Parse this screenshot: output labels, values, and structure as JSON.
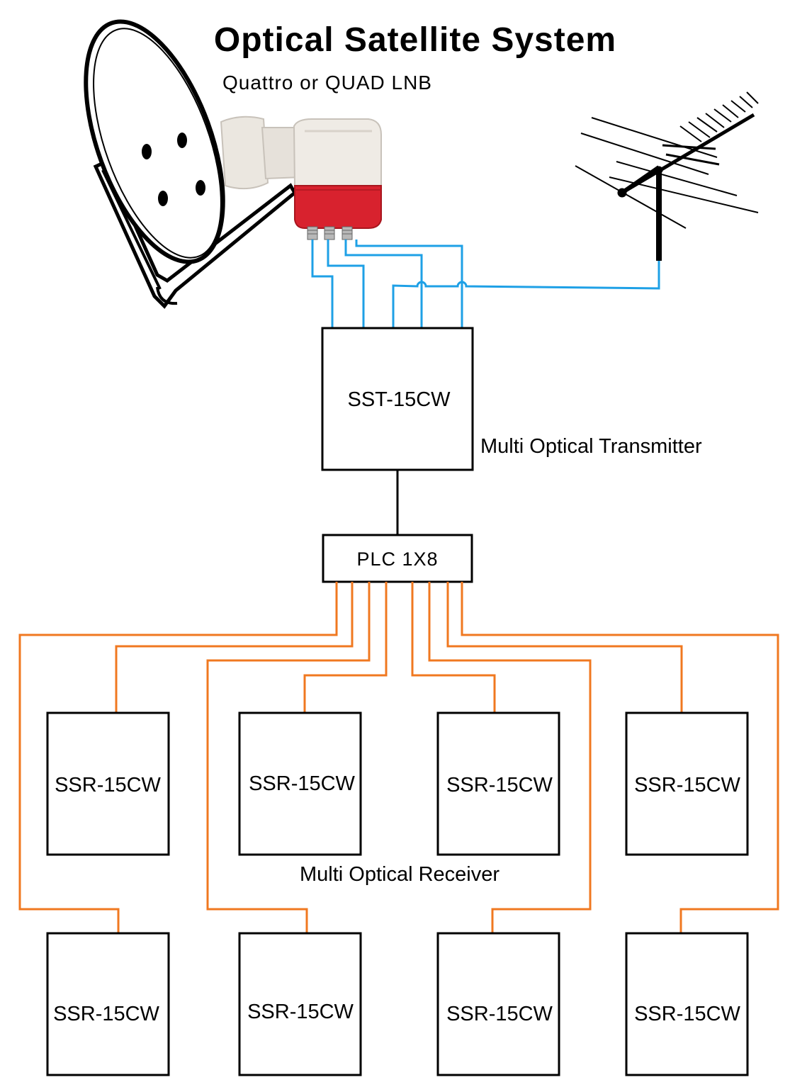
{
  "title": "Optical Satellite System",
  "lnb_label": "Quattro or QUAD LNB",
  "transmitter": {
    "model": "SST-15CW",
    "description": "Multi Optical Transmitter"
  },
  "splitter": {
    "model": "PLC 1X8"
  },
  "receivers": {
    "description": "Multi Optical Receiver",
    "units": [
      {
        "model": "SSR-15CW"
      },
      {
        "model": "SSR-15CW"
      },
      {
        "model": "SSR-15CW"
      },
      {
        "model": "SSR-15CW"
      },
      {
        "model": "SSR-15CW"
      },
      {
        "model": "SSR-15CW"
      },
      {
        "model": "SSR-15CW"
      },
      {
        "model": "SSR-15CW"
      }
    ]
  },
  "icons": {
    "dish": "satellite-dish-icon",
    "lnb": "quad-lnb-icon",
    "antenna": "terrestrial-yagi-antenna-icon"
  },
  "colors": {
    "coax_line": "#1ea0e6",
    "fiber_line": "#f07820",
    "lnb_red": "#d8222e",
    "lnb_body": "#eeeae4"
  }
}
